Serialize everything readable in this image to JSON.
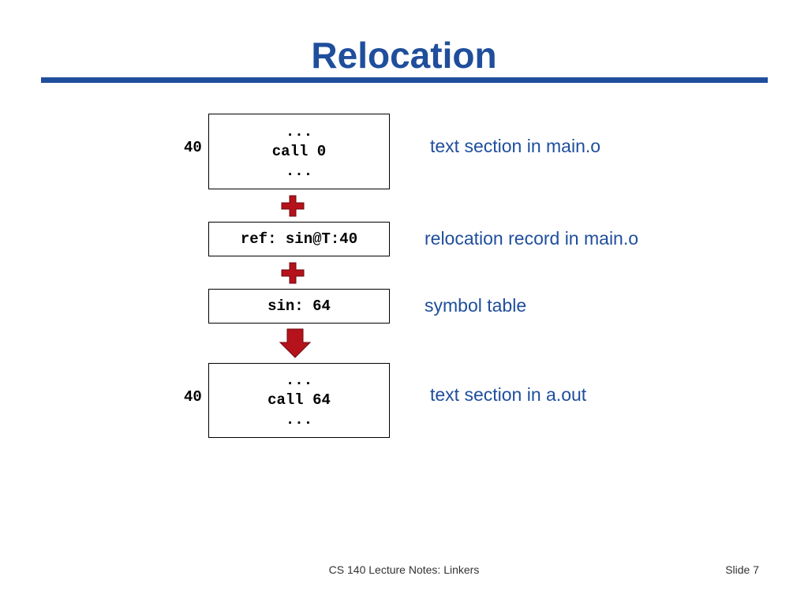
{
  "slide": {
    "title": "Relocation",
    "footer": "CS 140 Lecture Notes: Linkers",
    "slide_number": "Slide 7"
  },
  "diagram": {
    "text_section_main": {
      "address": "40",
      "lines": [
        "...",
        "call 0",
        "..."
      ],
      "caption": "text section in main.o"
    },
    "relocation_record": {
      "text": "ref: sin@T:40",
      "caption": "relocation record in main.o"
    },
    "symbol_table": {
      "text": "sin: 64",
      "caption": "symbol table"
    },
    "text_section_aout": {
      "address": "40",
      "lines": [
        "...",
        "call 64",
        "..."
      ],
      "caption": "text section in a.out"
    },
    "operators": [
      "plus-icon",
      "plus-icon",
      "down-arrow-icon"
    ],
    "operator_color": "#b5121b",
    "accent_color": "#1f4e9c"
  }
}
